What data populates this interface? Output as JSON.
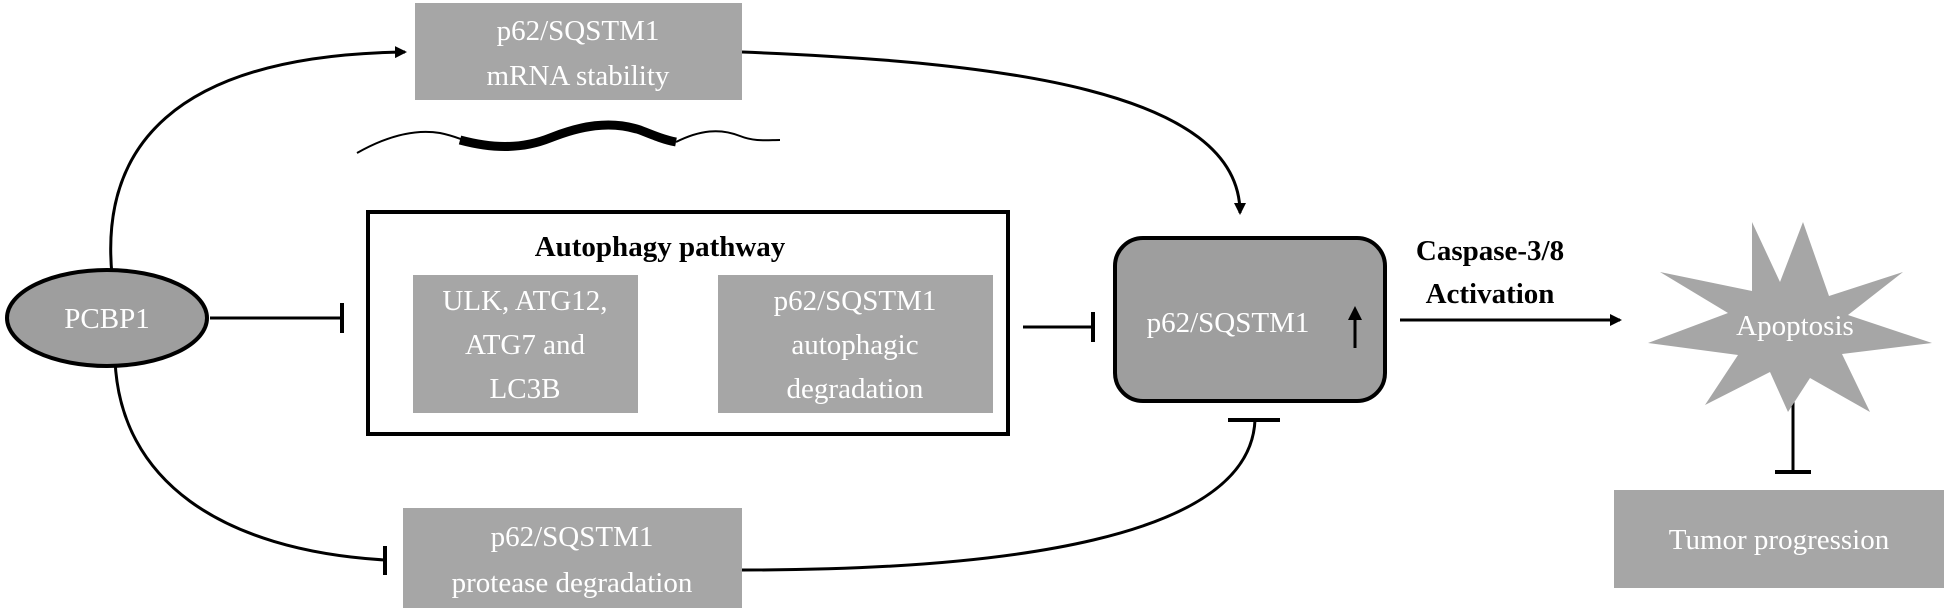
{
  "pcbp1": {
    "label": "PCBP1"
  },
  "mrna_box": {
    "line1": "p62/SQSTM1",
    "line2": "mRNA stability"
  },
  "autophagy": {
    "title": "Autophagy pathway",
    "ulk_box": {
      "line1": "ULK, ATG12,",
      "line2": "ATG7 and",
      "line3": "LC3B"
    },
    "degradation_box": {
      "line1": "p62/SQSTM1",
      "line2": "autophagic",
      "line3": "degradation"
    }
  },
  "p62_center": {
    "label": "p62/SQSTM1",
    "arrow_icon": "up-arrow-icon"
  },
  "protease_box": {
    "line1": "p62/SQSTM1",
    "line2": "protease degradation"
  },
  "caspase": {
    "line1": "Caspase-3/8",
    "line2": "Activation"
  },
  "apoptosis": {
    "label": "Apoptosis"
  },
  "tumor": {
    "label": "Tumor progression"
  },
  "colors": {
    "box_gray": "#a6a6a6",
    "node_gray": "#9e9e9e",
    "line": "#000000"
  }
}
